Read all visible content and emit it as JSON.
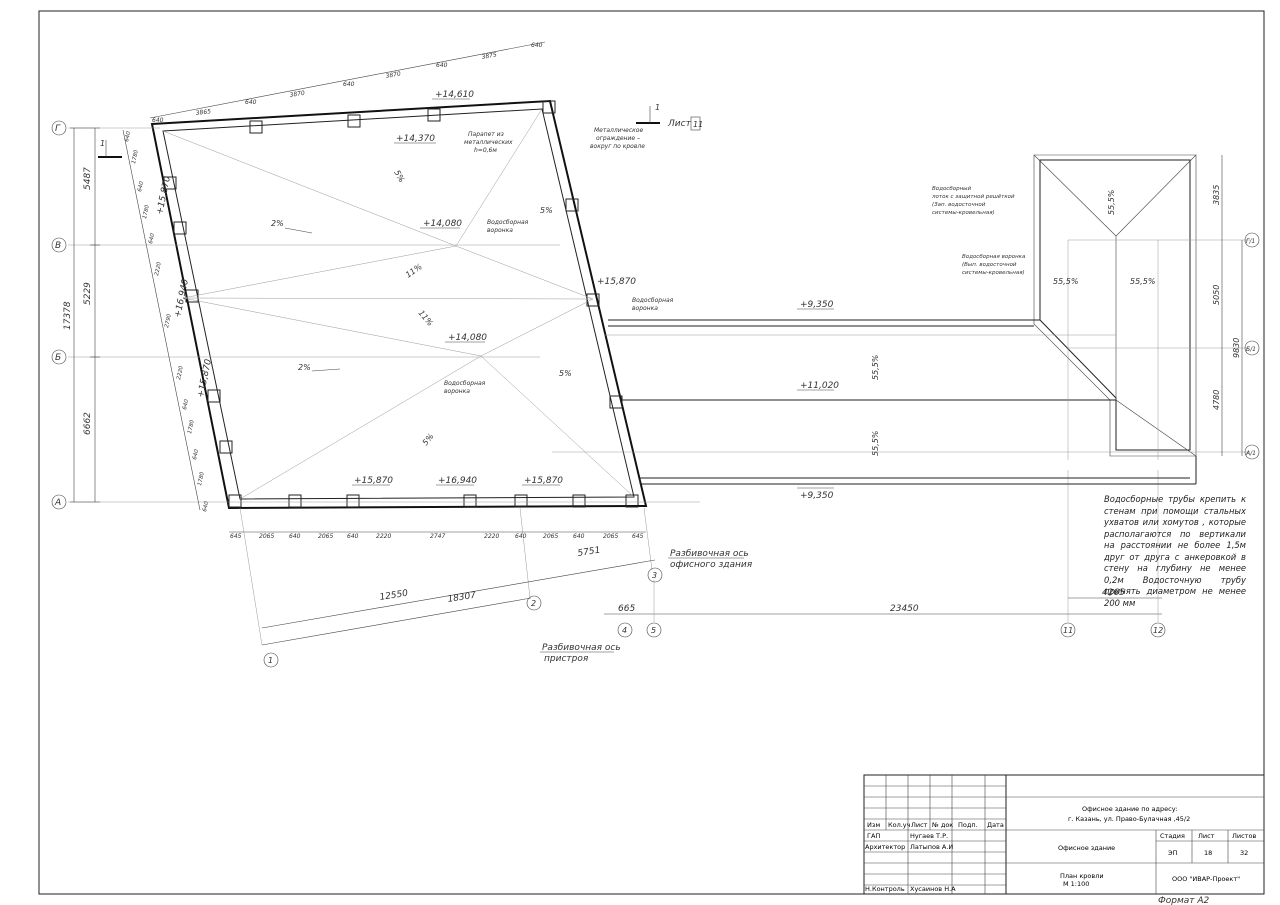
{
  "sheet_ref": {
    "label": "Лист",
    "number": "11"
  },
  "section_mark": "1",
  "axes_letters": [
    "Г",
    "В",
    "Б",
    "А"
  ],
  "axes_right": [
    "Г/1",
    "Б/1",
    "А/1"
  ],
  "axes_numbers": [
    "1",
    "2",
    "3",
    "4",
    "5",
    "11",
    "12"
  ],
  "left_dims": [
    "5487",
    "5229",
    "6662",
    "17378"
  ],
  "right_dims": [
    "3835",
    "5050",
    "4780",
    "9830"
  ],
  "top_dims": [
    "3865",
    "3870",
    "3870",
    "3875",
    "640",
    "640",
    "640",
    "640",
    "640"
  ],
  "bottom_dims": [
    "645",
    "2065",
    "640",
    "2065",
    "640",
    "2220",
    "2747",
    "2220",
    "640",
    "2065",
    "640",
    "2065",
    "645"
  ],
  "side_dims": [
    "640",
    "1780",
    "640",
    "1780",
    "640",
    "2220",
    "2790",
    "2220",
    "640",
    "1780",
    "640",
    "1780",
    "640"
  ],
  "long_dims": {
    "d12550": "12550",
    "d18307": "18307",
    "d5751": "5751",
    "d665": "665",
    "d23450": "23450",
    "d4265": "4265"
  },
  "elevations": {
    "e14610": "+14,610",
    "e14370": "+14,370",
    "e14080a": "+14,080",
    "e14080b": "+14,080",
    "e15870l1": "+15,870",
    "e16940l": "+16,940",
    "e15870l2": "+15,870",
    "e15870r": "+15,870",
    "e15870b1": "+15,870",
    "e16940b": "+16,940",
    "e15870b2": "+15,870",
    "e9350a": "+9,350",
    "e11020": "+11,020",
    "e9350b": "+9,350"
  },
  "slopes": {
    "s5a": "5%",
    "s2a": "2%",
    "s5b": "5%",
    "s11a": "11%",
    "s11b": "11%",
    "s2b": "2%",
    "s5c": "5%",
    "s5d": "5%",
    "s555a": "55,5%",
    "s555b": "55,5%",
    "s555c": "55,5%",
    "s555d": "55,5%",
    "s555e": "55,5%"
  },
  "annotations": {
    "parapet": [
      "Парапет из",
      "металлических",
      "h=0,6м"
    ],
    "fence": [
      "Металлическое",
      "ограждение –",
      "вокруг по кровле"
    ],
    "funnel1": [
      "Водосборная",
      "воронка"
    ],
    "funnel2": [
      "Водосборная",
      "воронка"
    ],
    "funnel3": [
      "Водосборная",
      "воронка"
    ],
    "gutter": [
      "Водосборный",
      "лоток с защитной решёткой",
      "(Зап. водосточной",
      "системы-кровельная)"
    ],
    "funnel4": [
      "Водосборная воронка",
      "(Вып. водосточной",
      "системы-кровельная)"
    ]
  },
  "axis_labels": {
    "office": [
      "Разбивочная ось",
      "офисного здания"
    ],
    "annex": [
      "Разбивочная ось",
      "пристроя"
    ]
  },
  "note_text": "Водосборные трубы крепить к стенам при помощи стальных ухватов или хомутов , которые располагаются по вертикали на расстоянии не более 1,5м друг от друга с анкеровкой в стену на глубину не менее 0,2м Водосточную трубу принять диаметром не менее 200 мм",
  "title_block": {
    "headers": [
      "Изм",
      "Кол.уч",
      "Лист",
      "№ док",
      "Подп.",
      "Дата"
    ],
    "roles": [
      "ГАП",
      "Архитектор",
      "Н.Контроль"
    ],
    "names": [
      "Нугаев Т.Р.",
      "Латыпов А.И",
      "Хусаинов Н.А"
    ],
    "project": [
      "Офисное здание по адресу:",
      "г. Казань, ул. Право-Булачная ,45/2"
    ],
    "object": "Офисное здание",
    "stage_header": "Стадия",
    "sheet_header": "Лист",
    "sheets_header": "Листов",
    "stage": "ЭП",
    "sheet": "18",
    "sheets": "32",
    "drawing_title": [
      "План кровли",
      "М 1:100"
    ],
    "company": "ООО \"ИВАР-Проект\""
  },
  "format": "Формат А2"
}
